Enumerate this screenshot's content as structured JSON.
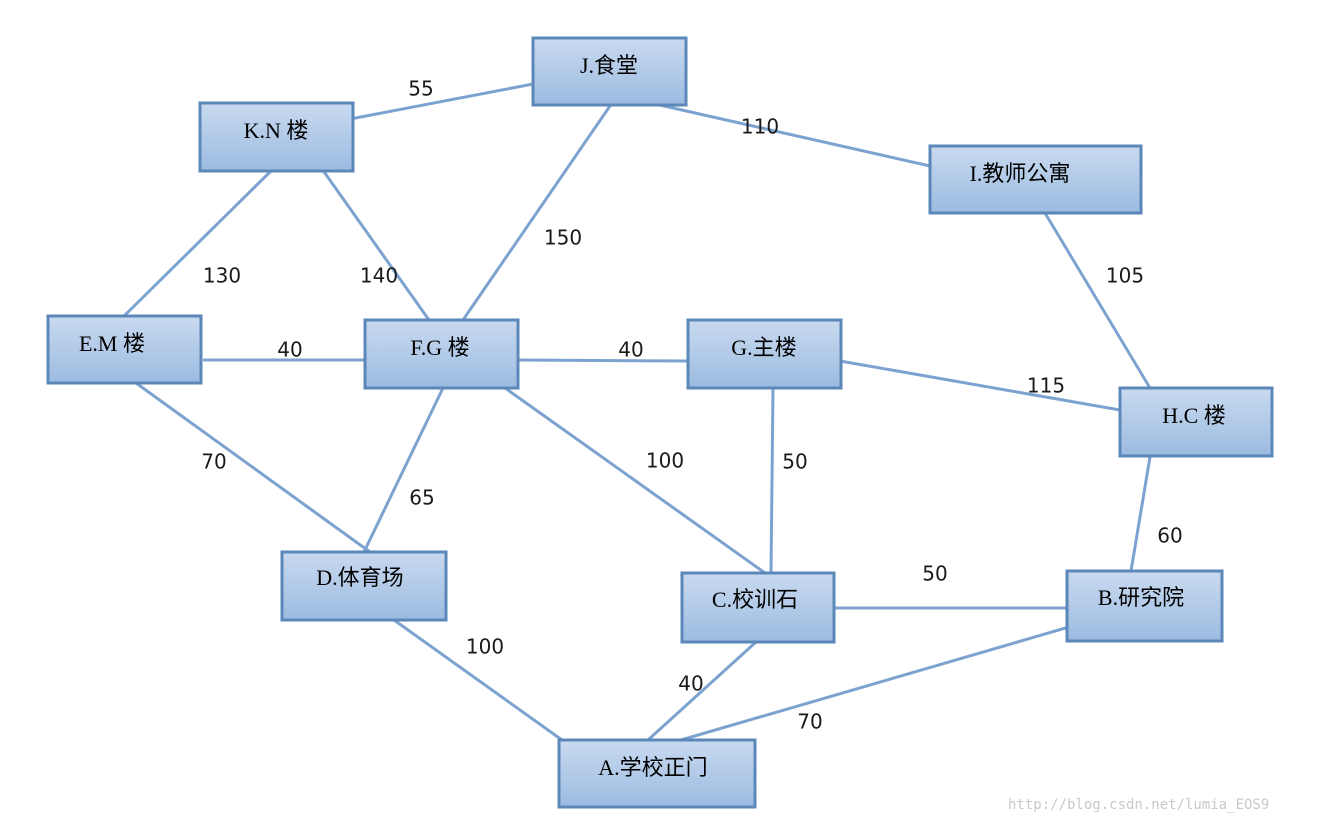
{
  "diagram": {
    "nodes": [
      {
        "id": "J",
        "label": "J.食堂"
      },
      {
        "id": "K",
        "label": "K.N 楼"
      },
      {
        "id": "I",
        "label": "I.教师公寓"
      },
      {
        "id": "E",
        "label": "E.M 楼"
      },
      {
        "id": "F",
        "label": "F.G 楼"
      },
      {
        "id": "G",
        "label": "G.主楼"
      },
      {
        "id": "H",
        "label": "H.C 楼"
      },
      {
        "id": "D",
        "label": "D.体育场"
      },
      {
        "id": "C",
        "label": "C.校训石"
      },
      {
        "id": "B",
        "label": "B.研究院"
      },
      {
        "id": "A",
        "label": "A.学校正门"
      }
    ],
    "edges": [
      {
        "from": "K",
        "to": "J",
        "weight": "55"
      },
      {
        "from": "J",
        "to": "I",
        "weight": "110"
      },
      {
        "from": "J",
        "to": "F",
        "weight": "150"
      },
      {
        "from": "K",
        "to": "E",
        "weight": "130"
      },
      {
        "from": "K",
        "to": "F",
        "weight": "140"
      },
      {
        "from": "I",
        "to": "H",
        "weight": "105"
      },
      {
        "from": "E",
        "to": "F",
        "weight": "40"
      },
      {
        "from": "F",
        "to": "G",
        "weight": "40"
      },
      {
        "from": "G",
        "to": "H",
        "weight": "115"
      },
      {
        "from": "E",
        "to": "D",
        "weight": "70"
      },
      {
        "from": "F",
        "to": "D",
        "weight": "65"
      },
      {
        "from": "F",
        "to": "C",
        "weight": "100"
      },
      {
        "from": "G",
        "to": "C",
        "weight": "50"
      },
      {
        "from": "H",
        "to": "B",
        "weight": "60"
      },
      {
        "from": "C",
        "to": "B",
        "weight": "50"
      },
      {
        "from": "D",
        "to": "A",
        "weight": "100"
      },
      {
        "from": "C",
        "to": "A",
        "weight": "40"
      },
      {
        "from": "B",
        "to": "A",
        "weight": "70"
      }
    ]
  },
  "watermark": "http://blog.csdn.net/lumia_EOS9",
  "colors": {
    "node_fill_top": "#c9daf0",
    "node_fill_bottom": "#9bbbe0",
    "node_border": "#5b87b9",
    "edge": "#7ca3cf"
  }
}
